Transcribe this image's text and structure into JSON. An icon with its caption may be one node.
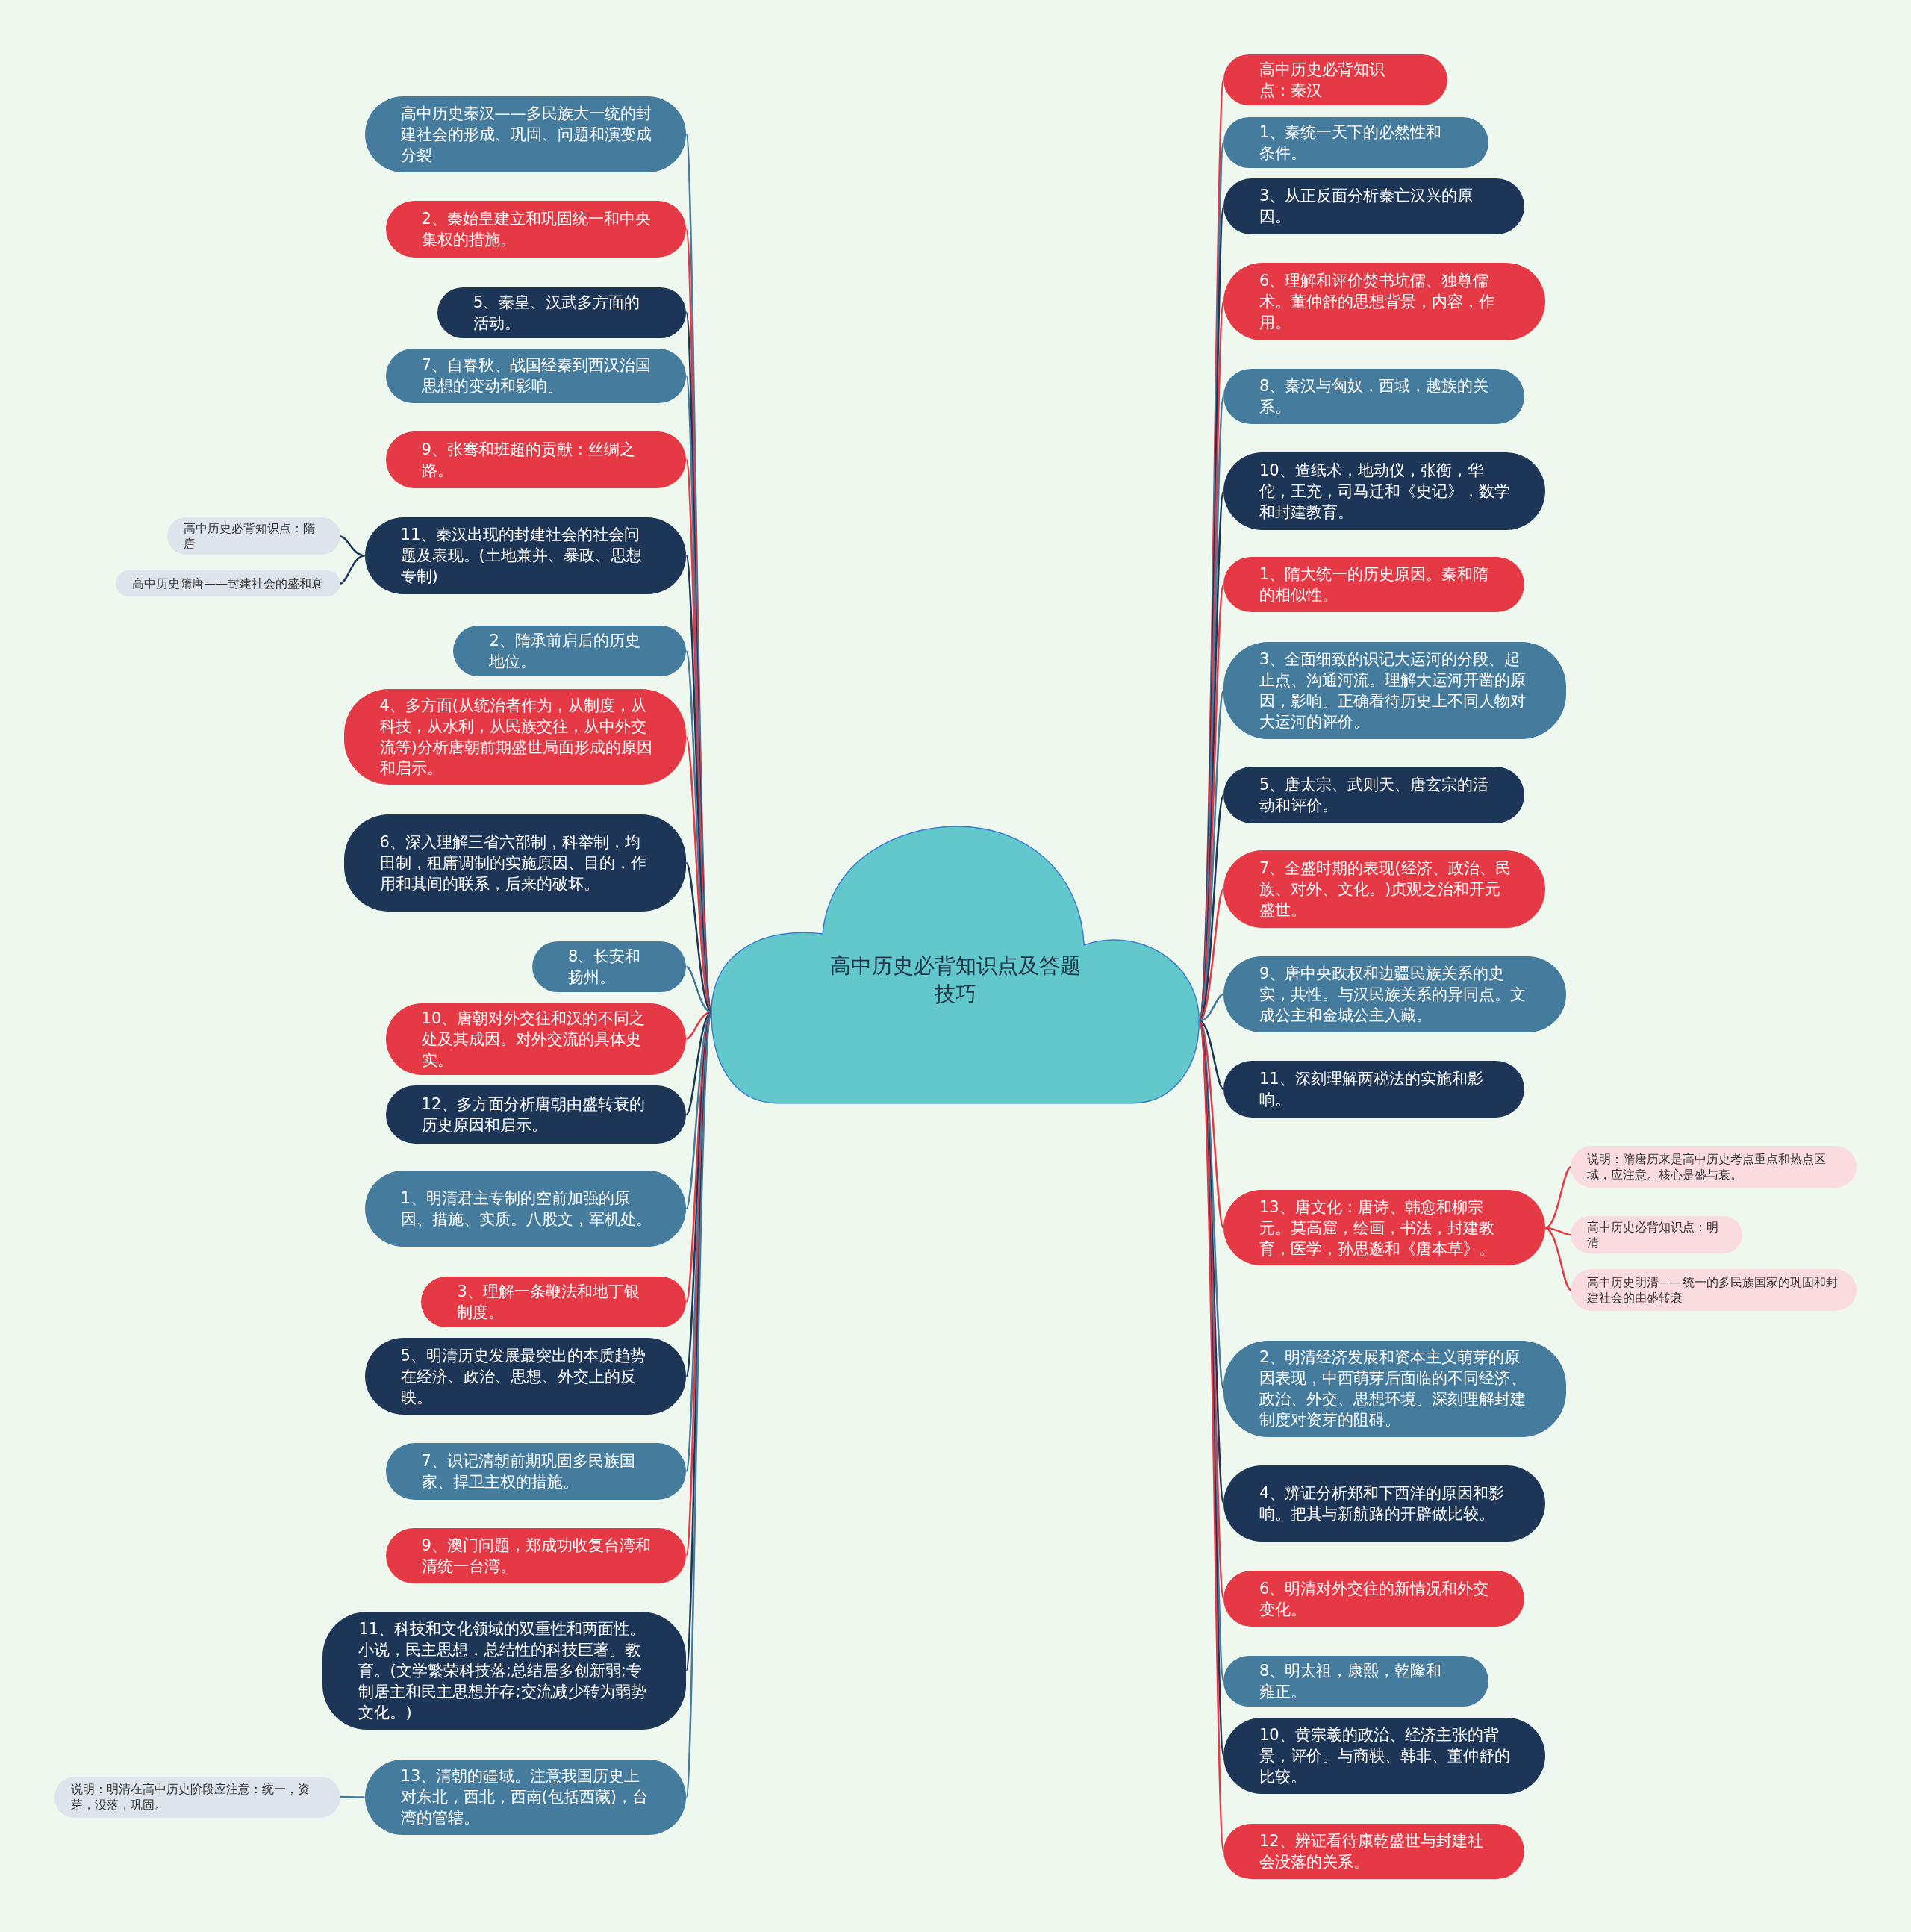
{
  "diagram": {
    "nodes": [
      {
        "text": [
          "高中历史必背知识点及答题技巧"
        ]
      },
      {
        "text": [
          "高中历史秦汉——多民族大一统的封建社会的形成、巩固、问题和演变成分裂"
        ]
      },
      {
        "text": [
          "2、秦始皇建立和巩固统一和中央集权的措施。"
        ]
      },
      {
        "text": [
          "5、秦皇、汉武多方面的活动。"
        ]
      },
      {
        "text": [
          "7、自春秋、战国经秦到西汉治国思想的变动和影响。"
        ]
      },
      {
        "text": [
          "9、张骞和班超的贡献：丝绸之路。"
        ]
      },
      {
        "text": [
          "11、秦汉出现的封建社会的社会问题及表现。(土地兼并、暴政、思想专制)"
        ]
      },
      {
        "text": [
          "高中历史必背知识点：隋唐"
        ]
      },
      {
        "text": [
          "高中历史隋唐——封建社会的盛和衰"
        ]
      },
      {
        "text": [
          "2、隋承前启后的历史地位。"
        ]
      },
      {
        "text": [
          "4、多方面(从统治者作为，从制度，从科技，从水利，从民族交往，从中外交流等)分析唐朝前期盛世局面形成的原因和启示。"
        ]
      },
      {
        "text": [
          "6、深入理解三省六部制，科举制，均田制，租庸调制的实施原因、目的，作用和其间的联系，后来的破坏。"
        ]
      },
      {
        "text": [
          "8、长安和扬州。"
        ]
      },
      {
        "text": [
          "10、唐朝对外交往和汉的不同之处及其成因。对外交流的具体史实。"
        ]
      },
      {
        "text": [
          "12、多方面分析唐朝由盛转衰的历史原因和启示。"
        ]
      },
      {
        "text": [
          "1、明清君主专制的空前加强的原因、措施、实质。八股文，军机处。"
        ]
      },
      {
        "text": [
          "3、理解一条鞭法和地丁银制度。"
        ]
      },
      {
        "text": [
          "5、明清历史发展最突出的本质趋势在经济、政治、思想、外交上的反映。"
        ]
      },
      {
        "text": [
          "7、识记清朝前期巩固多民族国家、捍卫主权的措施。"
        ]
      },
      {
        "text": [
          "9、澳门问题，郑成功收复台湾和清统一台湾。"
        ]
      },
      {
        "text": [
          "11、科技和文化领域的双重性和两面性。小说，民主思想，总结性的科技巨著。教育。(文学繁荣科技落;总结居多创新弱;专制居主和民主思想并存;交流减少转为弱势文化。)"
        ]
      },
      {
        "text": [
          "13、清朝的疆域。注意我国历史上对东北，西北，西南(包括西藏)，台湾的管辖。"
        ]
      },
      {
        "text": [
          "说明：明清在高中历史阶段应注意：统一，资芽，没落，巩固。"
        ]
      },
      {
        "text": [
          "高中历史必背知识点：秦汉"
        ]
      },
      {
        "text": [
          "1、秦统一天下的必然性和条件。"
        ]
      },
      {
        "text": [
          "3、从正反面分析秦亡汉兴的原因。"
        ]
      },
      {
        "text": [
          "6、理解和评价焚书坑儒、独尊儒术。董仲舒的思想背景，内容，作用。"
        ]
      },
      {
        "text": [
          "8、秦汉与匈奴，西域，越族的关系。"
        ]
      },
      {
        "text": [
          "10、造纸术，地动仪，张衡，华佗，王充，司马迁和《史记》，数学和封建教育。"
        ]
      },
      {
        "text": [
          "1、隋大统一的历史原因。秦和隋的相似性。"
        ]
      },
      {
        "text": [
          "3、全面细致的识记大运河的分段、起止点、沟通河流。理解大运河开凿的原因，影响。正确看待历史上不同人物对大运河的评价。"
        ]
      },
      {
        "text": [
          "5、唐太宗、武则天、唐玄宗的活动和评价。"
        ]
      },
      {
        "text": [
          "7、全盛时期的表现(经济、政治、民族、对外、文化。)贞观之治和开元盛世。"
        ]
      },
      {
        "text": [
          "9、唐中央政权和边疆民族关系的史实，共性。与汉民族关系的异同点。文成公主和金城公主入藏。"
        ]
      },
      {
        "text": [
          "11、深刻理解两税法的实施和影响。"
        ]
      },
      {
        "text": [
          "13、唐文化：唐诗、韩愈和柳宗元。莫高窟，绘画，书法，封建教育，医学，孙思邈和《唐本草》。"
        ]
      },
      {
        "text": [
          "说明：隋唐历来是高中历史考点重点和热点区域，应注意。核心是盛与衰。"
        ]
      },
      {
        "text": [
          "高中历史必背知识点：明清"
        ]
      },
      {
        "text": [
          "高中历史明清——统一的多民族国家的巩固和封建社会的由盛转衰"
        ]
      },
      {
        "text": [
          "2、明清经济发展和资本主义萌芽的原因表现，中西萌芽后面临的不同经济、政治、外交、思想环境。深刻理解封建制度对资芽的阻碍。"
        ]
      },
      {
        "text": [
          "4、辨证分析郑和下西洋的原因和影响。把其与新航路的开辟做比较。"
        ]
      },
      {
        "text": [
          "6、明清对外交往的新情况和外交变化。"
        ]
      },
      {
        "text": [
          "8、明太祖，康熙，乾隆和雍正。"
        ]
      },
      {
        "text": [
          "10、黄宗羲的政治、经济主张的背景，评价。与商鞅、韩非、董仲舒的比较。"
        ]
      },
      {
        "text": [
          "12、辨证看待康乾盛世与封建社会没落的关系。"
        ]
      }
    ],
    "edges": [
      {
        "from": 0,
        "to": 1,
        "arrow": "none",
        "color": "#457b9d"
      },
      {
        "from": 0,
        "to": 2,
        "arrow": "none",
        "color": "#e63946"
      },
      {
        "from": 0,
        "to": 3,
        "arrow": "none",
        "color": "#1d3557"
      },
      {
        "from": 0,
        "to": 4,
        "arrow": "none",
        "color": "#457b9d"
      },
      {
        "from": 0,
        "to": 5,
        "arrow": "none",
        "color": "#e63946"
      },
      {
        "from": 0,
        "to": 6,
        "arrow": "none",
        "color": "#1d3557"
      },
      {
        "from": 6,
        "to": 7,
        "arrow": "none",
        "color": "#1d3557"
      },
      {
        "from": 6,
        "to": 8,
        "arrow": "none",
        "color": "#1d3557"
      },
      {
        "from": 0,
        "to": 9,
        "arrow": "none",
        "color": "#457b9d"
      },
      {
        "from": 0,
        "to": 10,
        "arrow": "none",
        "color": "#e63946"
      },
      {
        "from": 0,
        "to": 11,
        "arrow": "none",
        "color": "#1d3557"
      },
      {
        "from": 0,
        "to": 12,
        "arrow": "none",
        "color": "#457b9d"
      },
      {
        "from": 0,
        "to": 13,
        "arrow": "none",
        "color": "#e63946"
      },
      {
        "from": 0,
        "to": 14,
        "arrow": "none",
        "color": "#1d3557"
      },
      {
        "from": 0,
        "to": 15,
        "arrow": "none",
        "color": "#457b9d"
      },
      {
        "from": 0,
        "to": 16,
        "arrow": "none",
        "color": "#e63946"
      },
      {
        "from": 0,
        "to": 17,
        "arrow": "none",
        "color": "#1d3557"
      },
      {
        "from": 0,
        "to": 18,
        "arrow": "none",
        "color": "#457b9d"
      },
      {
        "from": 0,
        "to": 19,
        "arrow": "none",
        "color": "#e63946"
      },
      {
        "from": 0,
        "to": 20,
        "arrow": "none",
        "color": "#1d3557"
      },
      {
        "from": 0,
        "to": 21,
        "arrow": "none",
        "color": "#457b9d"
      },
      {
        "from": 21,
        "to": 22,
        "arrow": "none",
        "color": "#457b9d"
      },
      {
        "from": 0,
        "to": 23,
        "arrow": "none",
        "color": "#e63946"
      },
      {
        "from": 0,
        "to": 24,
        "arrow": "none",
        "color": "#457b9d"
      },
      {
        "from": 0,
        "to": 25,
        "arrow": "none",
        "color": "#1d3557"
      },
      {
        "from": 0,
        "to": 26,
        "arrow": "none",
        "color": "#e63946"
      },
      {
        "from": 0,
        "to": 27,
        "arrow": "none",
        "color": "#457b9d"
      },
      {
        "from": 0,
        "to": 28,
        "arrow": "none",
        "color": "#1d3557"
      },
      {
        "from": 0,
        "to": 29,
        "arrow": "none",
        "color": "#e63946"
      },
      {
        "from": 0,
        "to": 30,
        "arrow": "none",
        "color": "#457b9d"
      },
      {
        "from": 0,
        "to": 31,
        "arrow": "none",
        "color": "#1d3557"
      },
      {
        "from": 0,
        "to": 32,
        "arrow": "none",
        "color": "#e63946"
      },
      {
        "from": 0,
        "to": 33,
        "arrow": "none",
        "color": "#457b9d"
      },
      {
        "from": 0,
        "to": 34,
        "arrow": "none",
        "color": "#1d3557"
      },
      {
        "from": 0,
        "to": 35,
        "arrow": "none",
        "color": "#e63946"
      },
      {
        "from": 35,
        "to": 36,
        "arrow": "none",
        "color": "#e63946"
      },
      {
        "from": 35,
        "to": 37,
        "arrow": "none",
        "color": "#e63946"
      },
      {
        "from": 35,
        "to": 38,
        "arrow": "none",
        "color": "#e63946"
      },
      {
        "from": 0,
        "to": 39,
        "arrow": "none",
        "color": "#457b9d"
      },
      {
        "from": 0,
        "to": 40,
        "arrow": "none",
        "color": "#1d3557"
      },
      {
        "from": 0,
        "to": 41,
        "arrow": "none",
        "color": "#e63946"
      },
      {
        "from": 0,
        "to": 42,
        "arrow": "none",
        "color": "#457b9d"
      },
      {
        "from": 0,
        "to": 43,
        "arrow": "none",
        "color": "#1d3557"
      },
      {
        "from": 0,
        "to": 44,
        "arrow": "none",
        "color": "#e63946"
      }
    ]
  }
}
